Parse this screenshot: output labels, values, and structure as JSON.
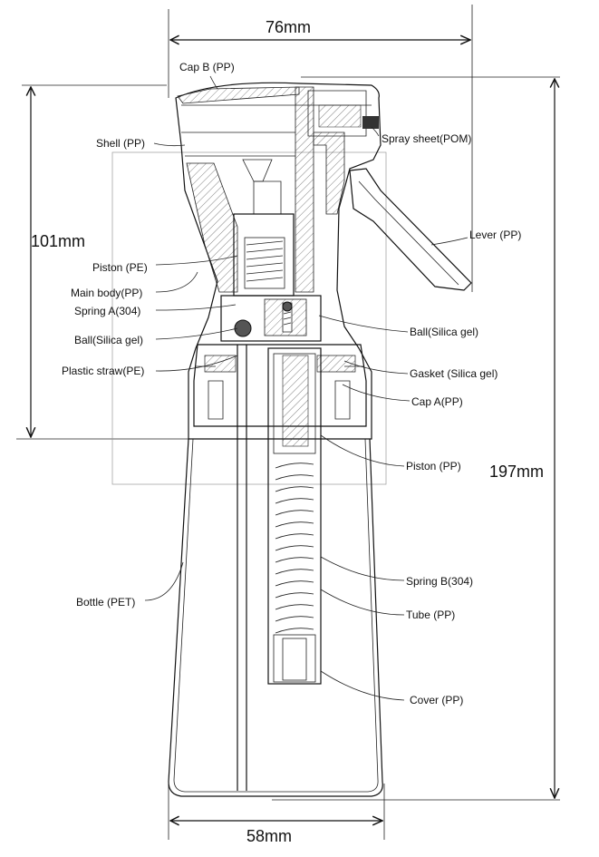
{
  "dimensions": {
    "width_top": "76mm",
    "height_head": "101mm",
    "height_total": "197mm",
    "width_bottom": "58mm"
  },
  "labels": {
    "cap_b": "Cap B (PP)",
    "shell": "Shell (PP)",
    "spray_sheet": "Spray sheet(POM)",
    "lever": "Lever (PP)",
    "piston_pe": "Piston (PE)",
    "main_body": "Main body(PP)",
    "spring_a": "Spring A(304)",
    "ball_left": "Ball(Silica gel)",
    "plastic_straw": "Plastic straw(PE)",
    "ball_right": "Ball(Silica gel)",
    "gasket": "Gasket (Silica gel)",
    "cap_a": "Cap A(PP)",
    "piston_pp": "Piston (PP)",
    "spring_b": "Spring B(304)",
    "tube": "Tube (PP)",
    "bottle": "Bottle (PET)",
    "cover": "Cover (PP)"
  }
}
